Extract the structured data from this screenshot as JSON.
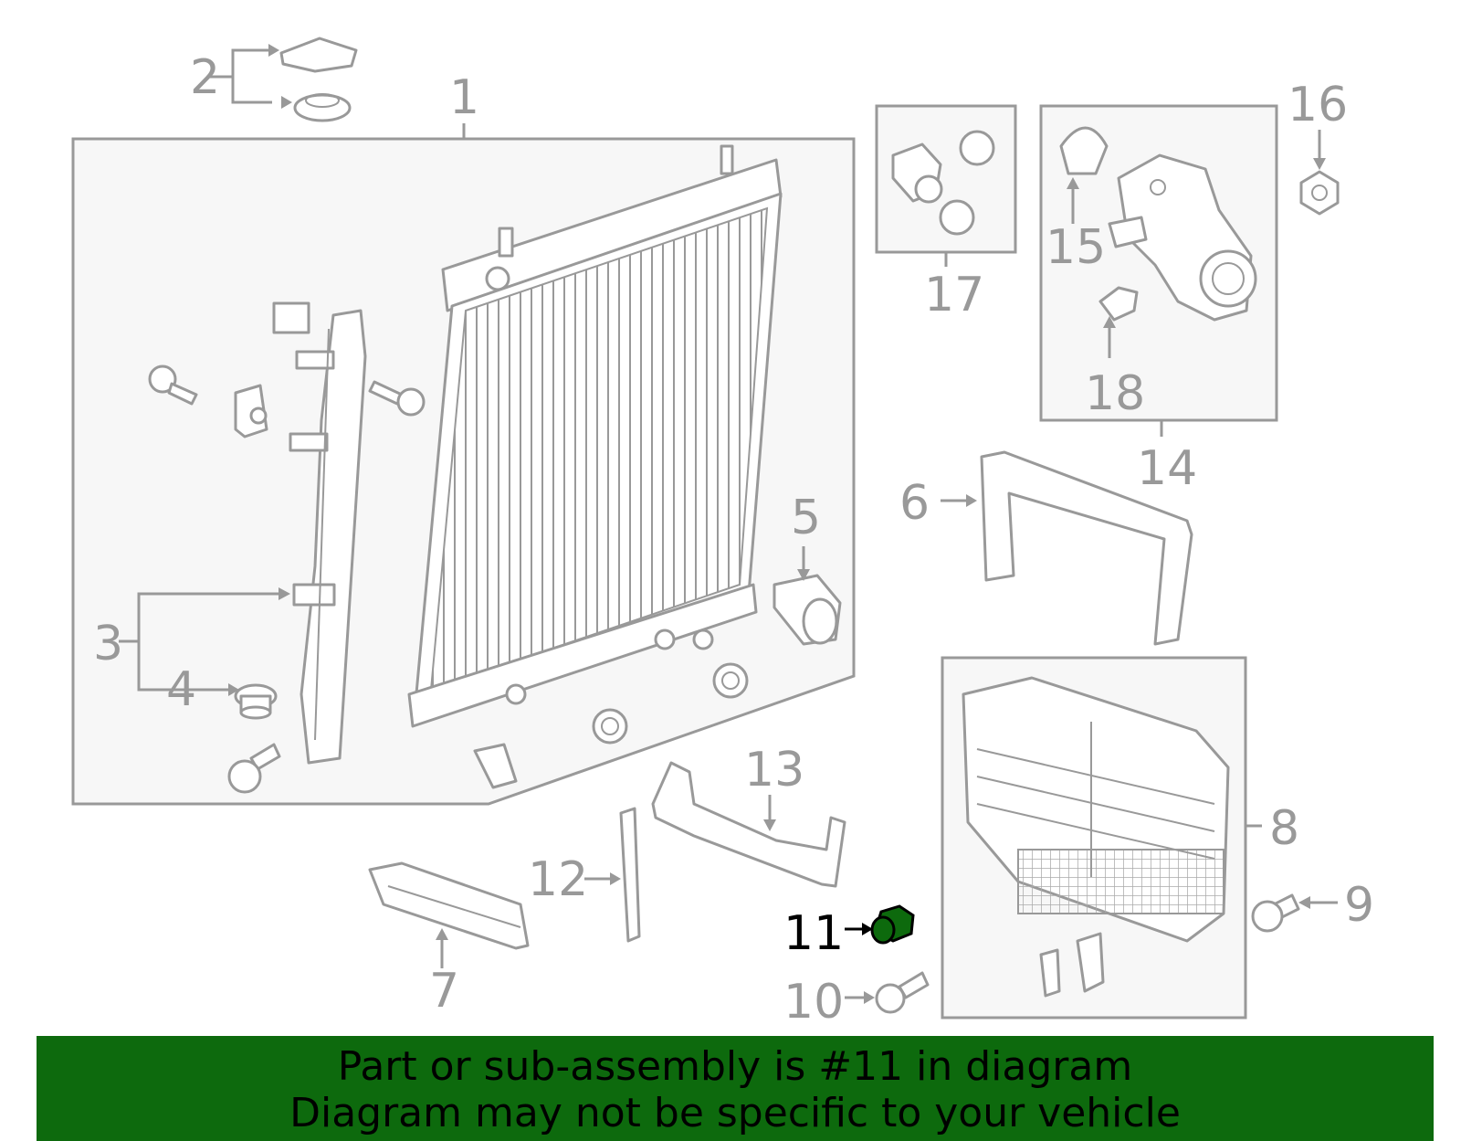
{
  "diagram": {
    "callouts": [
      "1",
      "2",
      "3",
      "4",
      "5",
      "6",
      "7",
      "8",
      "9",
      "10",
      "11",
      "12",
      "13",
      "14",
      "15",
      "16",
      "17",
      "18"
    ],
    "highlighted_part": "11",
    "highlight_color": "#0d6a0d"
  },
  "banner": {
    "line1": "Part or sub-assembly is #11 in diagram",
    "line2": "Diagram may not be specific to your vehicle",
    "background": "#0d6a0d"
  }
}
